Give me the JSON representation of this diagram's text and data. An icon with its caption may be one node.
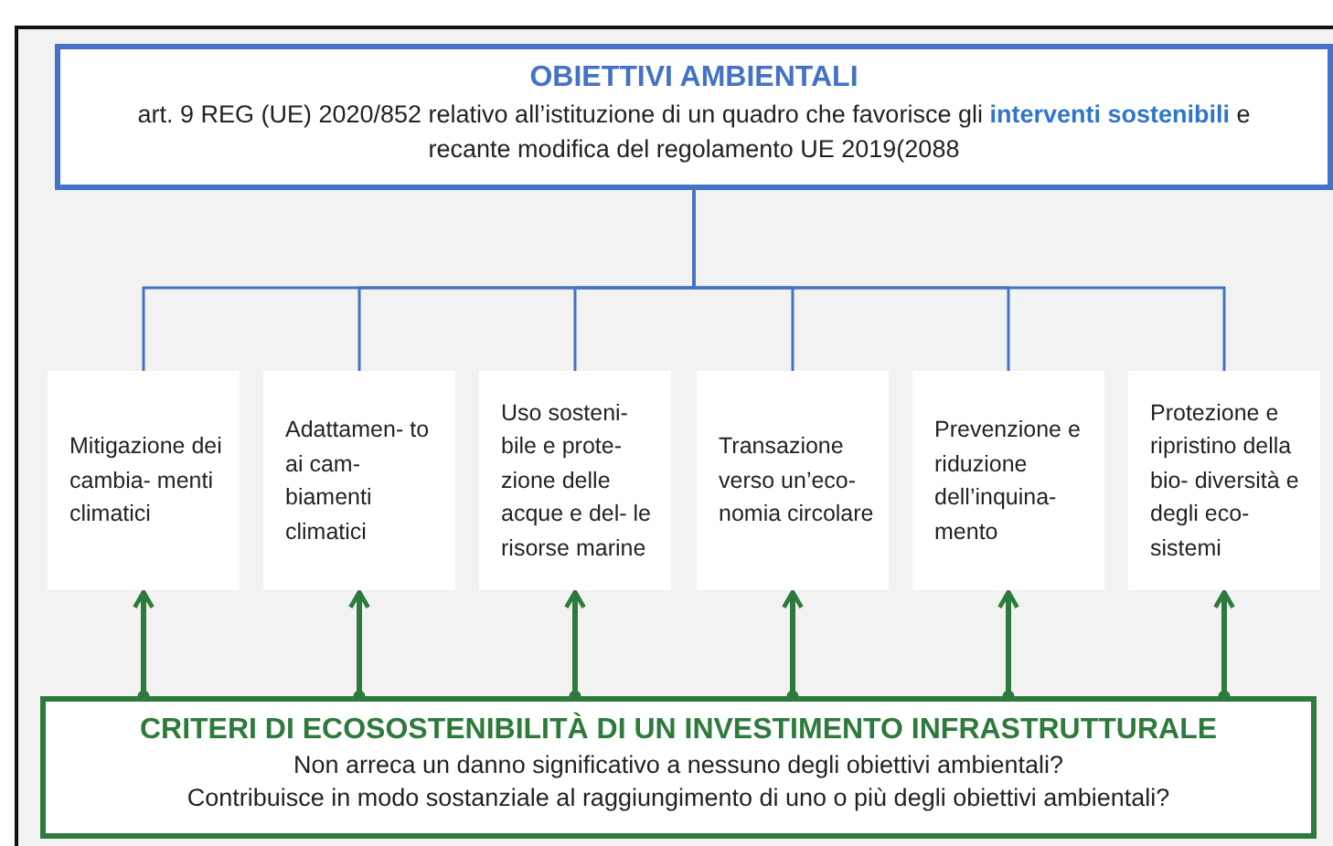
{
  "diagram": {
    "nodes": [
      {
        "text": [
          "OBIETTIVI AMBIENTALI",
          "art. 9 REG (UE) 2020/852 relativo all’istituzione di un quadro che favorisce gli **interventi sostenibili** e recante modifica del regolamento UE 2019(2088"
        ]
      },
      {
        "text": [
          "Mitigazione dei cambia- menti climatici"
        ]
      },
      {
        "text": [
          "Adattamen- to ai cam- biamenti climatici"
        ]
      },
      {
        "text": [
          "Uso sosteni- bile e prote- zione delle acque e del- le risorse marine"
        ]
      },
      {
        "text": [
          "Transazione verso un’eco- nomia circolare"
        ]
      },
      {
        "text": [
          "Prevenzione e riduzione dell’inquina- mento"
        ]
      },
      {
        "text": [
          "Protezione e ripristino della bio- diversità e degli eco- sistemi"
        ]
      },
      {
        "text": [
          "CRITERI DI ECOSOSTENIBILITÀ DI UN INVESTIMENTO INFRASTRUTTURALE",
          "Non arreca un danno significativo a nessuno degli obiettivi ambientali?",
          "Contribuisce in modo sostanziale al raggiungimento di uno o più degli obiettivi ambientali?"
        ]
      }
    ],
    "edges": [
      {
        "from": 0,
        "to": 1,
        "arrow": "none"
      },
      {
        "from": 0,
        "to": 2,
        "arrow": "none"
      },
      {
        "from": 0,
        "to": 3,
        "arrow": "none"
      },
      {
        "from": 0,
        "to": 4,
        "arrow": "none"
      },
      {
        "from": 0,
        "to": 5,
        "arrow": "none"
      },
      {
        "from": 0,
        "to": 6,
        "arrow": "none"
      },
      {
        "from": 7,
        "to": 1,
        "arrow": "to",
        "style": "thick",
        "color": "#2e7a3c"
      },
      {
        "from": 7,
        "to": 2,
        "arrow": "to",
        "style": "thick",
        "color": "#2e7a3c"
      },
      {
        "from": 7,
        "to": 3,
        "arrow": "to",
        "style": "thick",
        "color": "#2e7a3c"
      },
      {
        "from": 7,
        "to": 4,
        "arrow": "to",
        "style": "thick",
        "color": "#2e7a3c"
      },
      {
        "from": 7,
        "to": 5,
        "arrow": "to",
        "style": "thick",
        "color": "#2e7a3c"
      },
      {
        "from": 7,
        "to": 6,
        "arrow": "to",
        "style": "thick",
        "color": "#2e7a3c"
      }
    ]
  }
}
